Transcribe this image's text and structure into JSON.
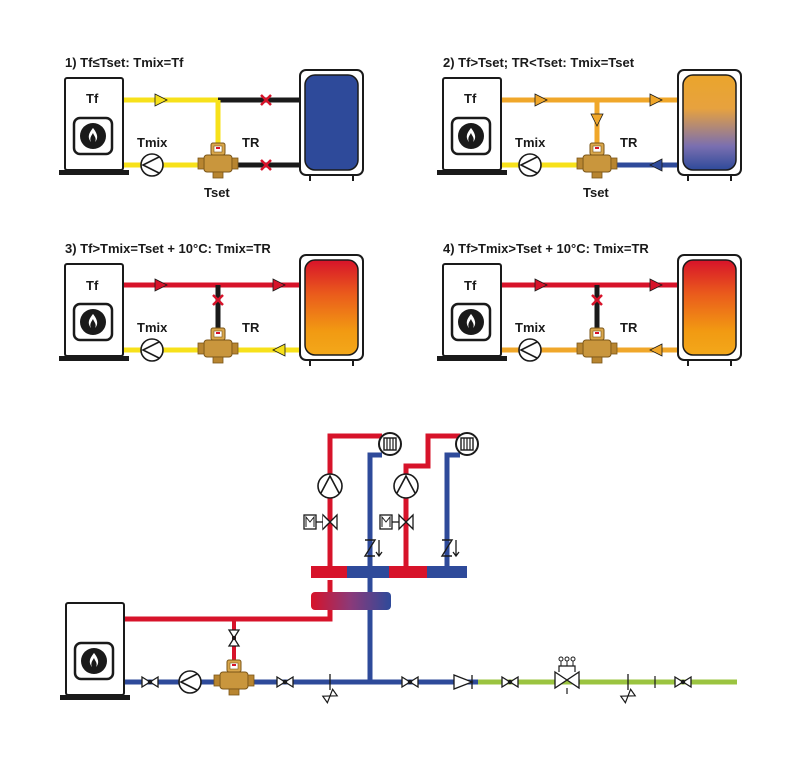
{
  "panels": [
    {
      "title": "1) Tf≤Tset: Tmix=Tf",
      "tf": "Tf",
      "tmix": "Tmix",
      "tr": "TR",
      "tset": "Tset"
    },
    {
      "title": "2) Tf>Tset; TR<Tset: Tmix=Tset",
      "tf": "Tf",
      "tmix": "Tmix",
      "tr": "TR",
      "tset": "Tset"
    },
    {
      "title": "3) Tf>Tmix=Tset + 10°C: Tmix=TR",
      "tf": "Tf",
      "tmix": "Tmix",
      "tr": "TR"
    },
    {
      "title": "4) Tf>Tmix>Tset + 10°C: Tmix=TR",
      "tf": "Tf",
      "tmix": "Tmix",
      "tr": "TR"
    }
  ],
  "colors": {
    "yellow": "#f7e11a",
    "orange": "#f0a72a",
    "red": "#d7132a",
    "blue": "#2e4a9a",
    "black": "#1a1a1a",
    "green": "#9bc440",
    "brass": "#c9963d"
  }
}
